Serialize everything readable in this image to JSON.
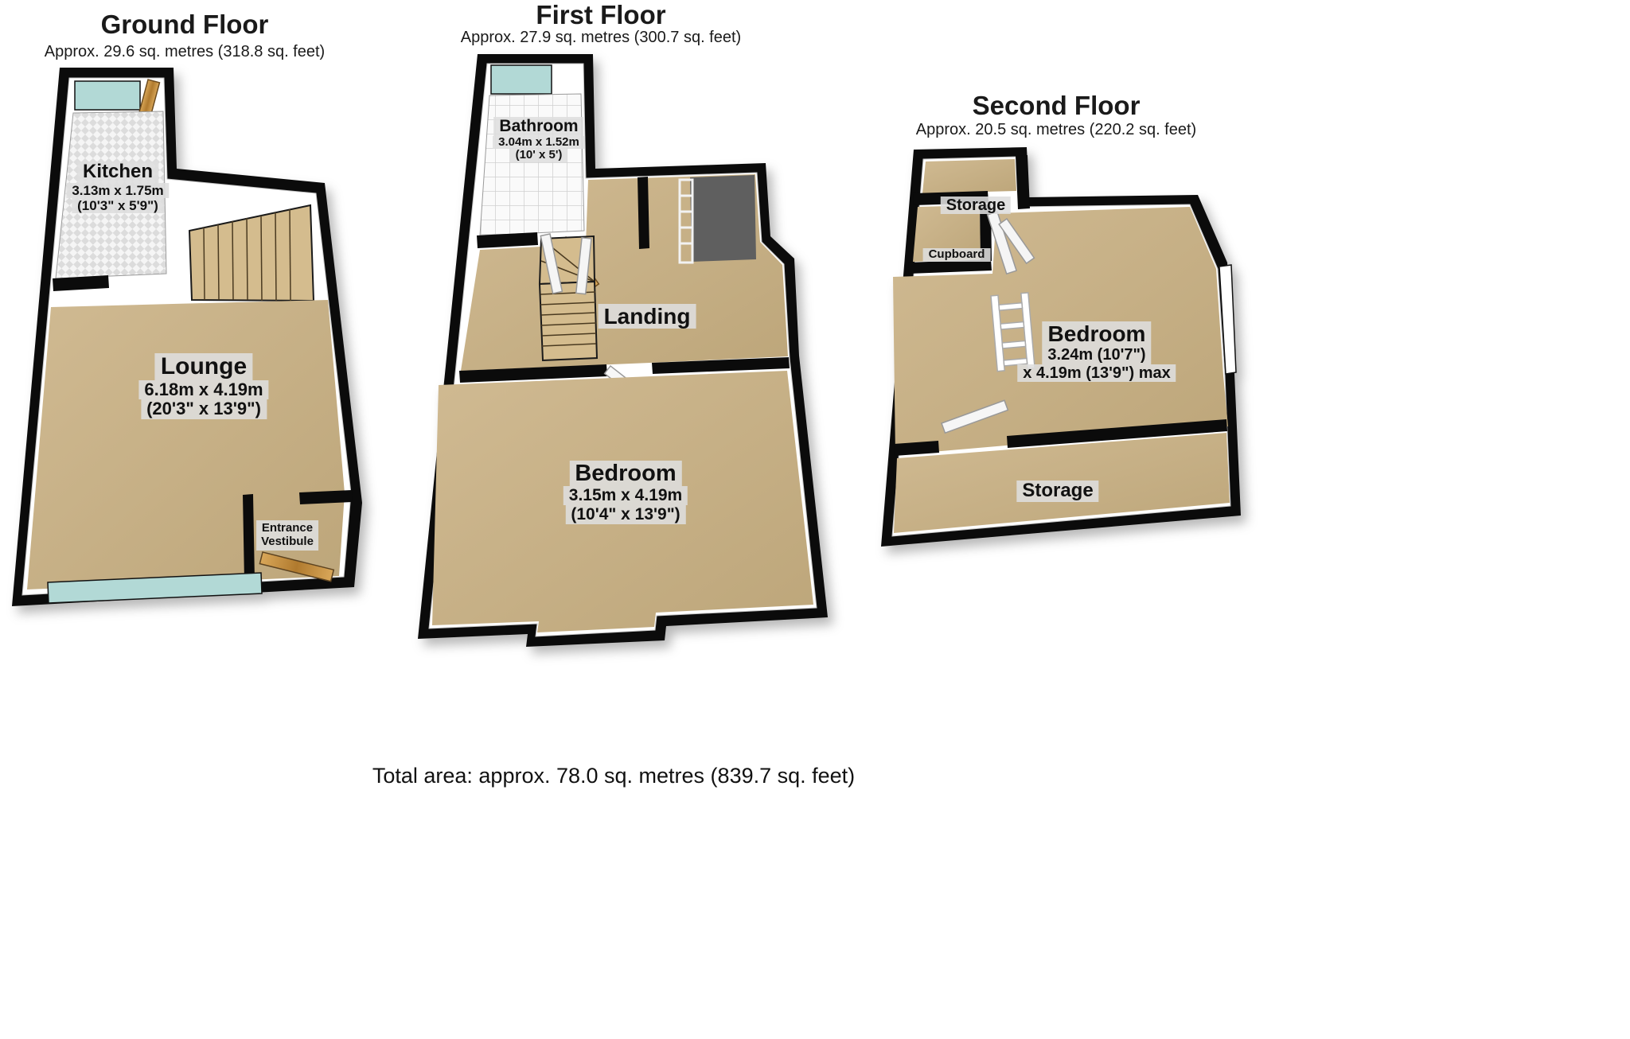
{
  "total_area": {
    "text": "Total area: approx. 78.0 sq. metres (839.7 sq. feet)"
  },
  "floors": {
    "ground": {
      "title": "Ground Floor",
      "subtitle": "Approx. 29.6 sq. metres (318.8 sq. feet)",
      "rooms": {
        "kitchen": {
          "name": "Kitchen",
          "dim_metric": "3.13m x 1.75m",
          "dim_imperial": "(10'3\" x 5'9\")"
        },
        "lounge": {
          "name": "Lounge",
          "dim_metric": "6.18m x 4.19m",
          "dim_imperial": "(20'3\" x 13'9\")"
        },
        "vestibule": {
          "line1": "Entrance",
          "line2": "Vestibule"
        }
      }
    },
    "first": {
      "title": "First Floor",
      "subtitle": "Approx. 27.9 sq. metres (300.7 sq. feet)",
      "rooms": {
        "bathroom": {
          "name": "Bathroom",
          "dim_metric": "3.04m x 1.52m",
          "dim_imperial": "(10' x 5')"
        },
        "landing": {
          "name": "Landing"
        },
        "bedroom": {
          "name": "Bedroom",
          "dim_metric": "3.15m x 4.19m",
          "dim_imperial": "(10'4\" x 13'9\")"
        }
      }
    },
    "second": {
      "title": "Second Floor",
      "subtitle": "Approx. 20.5 sq. metres (220.2 sq. feet)",
      "rooms": {
        "storage_top": {
          "name": "Storage"
        },
        "cupboard": {
          "name": "Cupboard"
        },
        "bedroom": {
          "name": "Bedroom",
          "dim_line1": "3.24m (10'7\")",
          "dim_line2": "x 4.19m (13'9\") max"
        },
        "storage_bottom": {
          "name": "Storage"
        }
      }
    }
  },
  "colors": {
    "wall": "#0b0b0b",
    "floor": "#c9b189",
    "window_glass": "#b2d9d6",
    "wood_door": "#c08a3e",
    "label_bg": "#dedede"
  }
}
